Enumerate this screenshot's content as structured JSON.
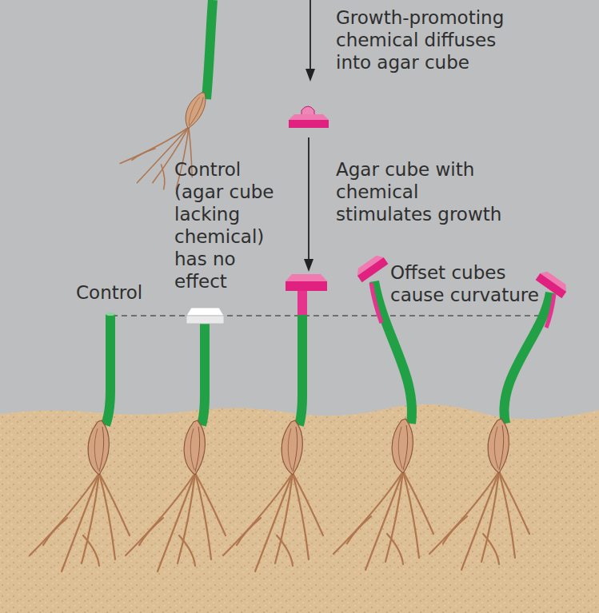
{
  "diagram": {
    "labels": [
      "Growth-promoting chemical diffuses into agar cube",
      "Control (agar cube lacking chemical) has no effect",
      "Agar cube with chemical stimulates growth",
      "Control",
      "Offset cubes cause curvature"
    ]
  }
}
